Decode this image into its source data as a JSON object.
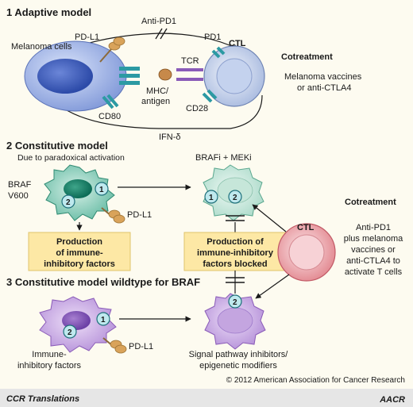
{
  "sections": {
    "adaptive": {
      "title": "1  Adaptive model",
      "melanoma_cells": "Melanoma cells",
      "pdl1": "PD-L1",
      "anti_pd1": "Anti-PD1",
      "pd1": "PD1",
      "ctl": "CTL",
      "tcr": "TCR",
      "mhc_line1": "MHC/",
      "mhc_line2": "antigen",
      "cd80": "CD80",
      "cd28": "CD28",
      "ifn": "IFN-δ",
      "cotreatment_title": "Cotreatment",
      "cotreatment_line1": "Melanoma vaccines",
      "cotreatment_line2": "or anti-CTLA4"
    },
    "constitutive": {
      "title": "2  Constitutive  model",
      "subtitle": "Due to paradoxical activation",
      "braf_line1": "BRAF",
      "braf_line2": "V600",
      "pdl1": "PD-L1",
      "treatment": "BRAFi + MEKi",
      "box1_line1": "Production",
      "box1_line2": "of immune-",
      "box1_line3": "inhibitory factors",
      "box2_line1": "Production of",
      "box2_line2": "immune-inhibitory",
      "box2_line3": "factors blocked",
      "badge1": "1",
      "badge2": "2"
    },
    "wildtype": {
      "title": "3  Constitutive model wildtype for BRAF",
      "factors_line1": "Immune-",
      "factors_line2": "inhibitory factors",
      "pdl1": "PD-L1",
      "inhibitors_line1": "Signal pathway inhibitors/",
      "inhibitors_line2": "epigenetic modifiers"
    },
    "right_panel": {
      "ctl": "CTL",
      "cotreatment_title": "Cotreatment",
      "lines": [
        "Anti-PD1",
        "plus melanoma",
        "vaccines or",
        "anti-CTLA4 to",
        "activate T cells"
      ]
    }
  },
  "copyright": "© 2012 American Association for Cancer Research",
  "footer": {
    "left": "CCR Translations",
    "logo": "AACR"
  },
  "colors": {
    "background": "#fdfbf0",
    "tumor_blue": "#7a93d6",
    "tumor_green": "#5fb8a0",
    "tumor_purple": "#b48fd6",
    "ctl_red": "#e2878f",
    "ctl_blue": "#b7c6e6",
    "ligand_tan": "#d9a35a",
    "box_yellow": "#fde8a5",
    "badge_teal": "#bfe9ee",
    "footer_grey": "#e6e6e6"
  }
}
